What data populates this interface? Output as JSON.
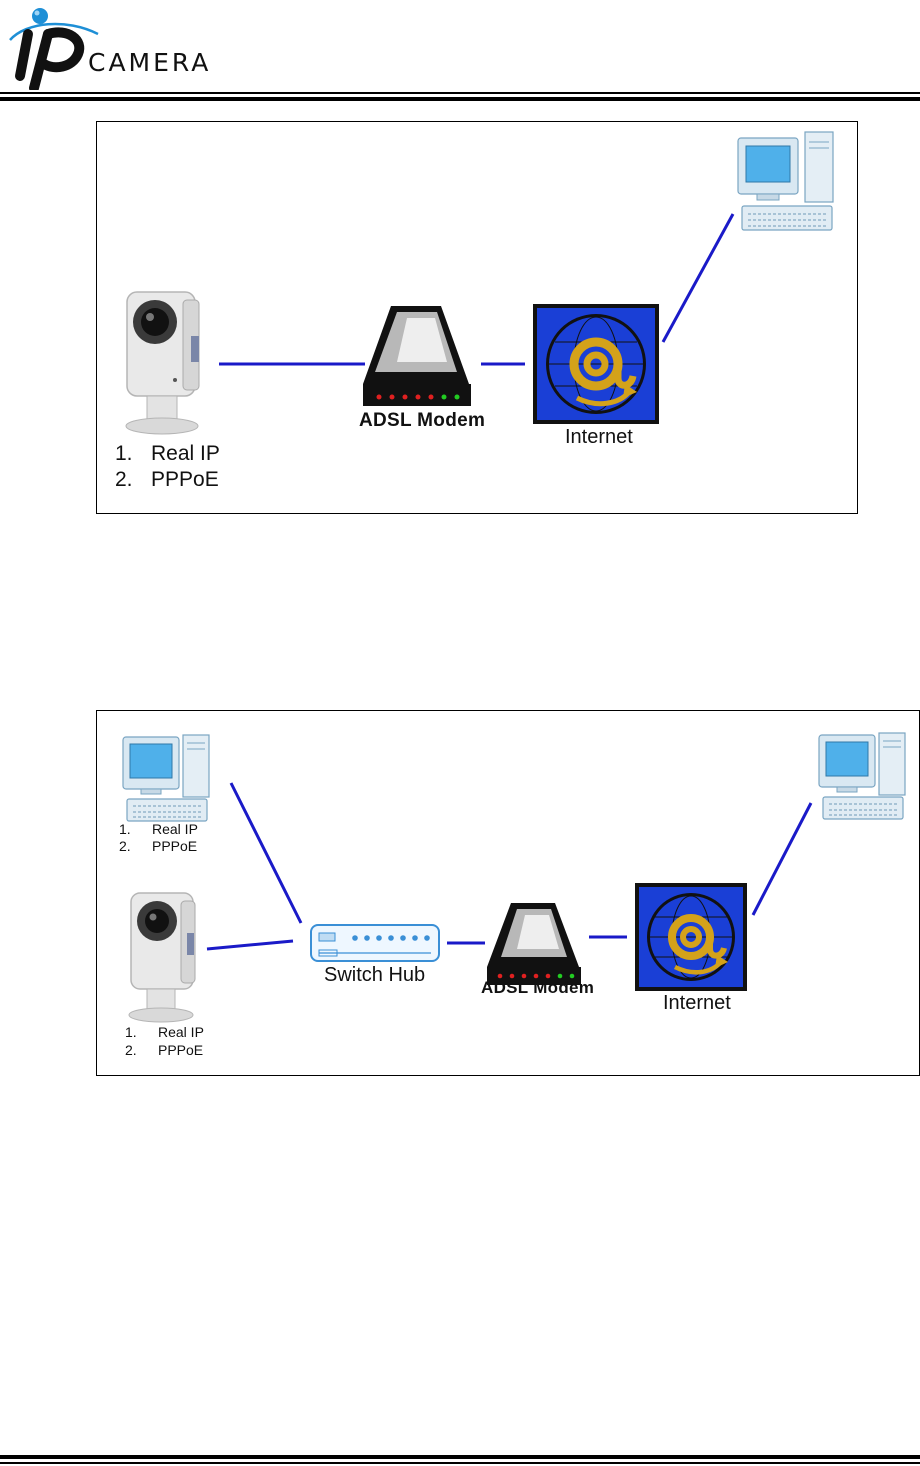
{
  "header": {
    "logo_word": "CAMERA"
  },
  "diagram1": {
    "camera_options": [
      {
        "num": "1.",
        "text": "Real IP"
      },
      {
        "num": "2.",
        "text": "PPPoE"
      }
    ],
    "modem_label": "ADSL Modem",
    "internet_label": "Internet"
  },
  "diagram2": {
    "pc_options": [
      {
        "num": "1.",
        "text": "Real IP"
      },
      {
        "num": "2.",
        "text": "PPPoE"
      }
    ],
    "camera_options": [
      {
        "num": "1.",
        "text": "Real IP"
      },
      {
        "num": "2.",
        "text": "PPPoE"
      }
    ],
    "switch_label": "Switch Hub",
    "modem_label": "ADSL Modem",
    "internet_label": "Internet"
  },
  "colors": {
    "link_line": "#1a1ac8",
    "internet_bg": "#1a3fd6",
    "globe_gold": "#d4a21a",
    "logo_blue": "#1e8fd6"
  }
}
